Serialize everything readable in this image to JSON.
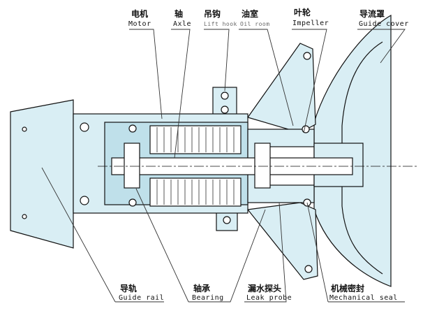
{
  "colors": {
    "fill": "#d9eef4",
    "fill_dark": "#bfe0ea",
    "line": "#111111"
  },
  "labels_top": [
    {
      "zh": "电机",
      "en": "Motor"
    },
    {
      "zh": "轴",
      "en": "Axle"
    },
    {
      "zh": "吊钩",
      "en": "Lift hook"
    },
    {
      "zh": "油室",
      "en": "Oil room"
    },
    {
      "zh": "叶轮",
      "en": "Impeller"
    },
    {
      "zh": "导流罩",
      "en": "Guide cover"
    }
  ],
  "labels_bottom": [
    {
      "zh": "导轨",
      "en": "Guide rail"
    },
    {
      "zh": "轴承",
      "en": "Bearing"
    },
    {
      "zh": "漏水探头",
      "en": "Leak probe"
    },
    {
      "zh": "机械密封",
      "en": "Mechanical seal"
    }
  ]
}
